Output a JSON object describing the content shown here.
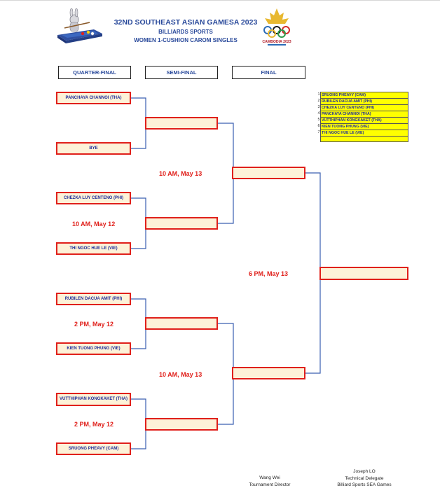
{
  "header": {
    "title": "32ND SOUTHEAST ASIAN GAMESA 2023",
    "subtitle": "BILLIARDS SPORTS",
    "event": "WOMEN 1-CUSHION CAROM SINGLES",
    "emblem_lettering": "CAMBODIA 2023"
  },
  "rounds": [
    "QUARTER-FINAL",
    "SEMI-FINAL",
    "FINAL"
  ],
  "quarterfinal_players": [
    "PANCHAYA CHANNOI (THA)",
    "BYE",
    "CHEZKA LUY CENTENO (PHI)",
    "THI NGOC HUE LE (VIE)",
    "RUBILEN DACUA AMIT (PHI)",
    "KIEN TUONG PHUNG (VIE)",
    "VUTTHIPHAN KONGKAKET (THA)",
    "SRUONG PHEAVY (CAM)"
  ],
  "schedule": {
    "qf_match_2": "10 AM, May 12",
    "qf_match_3": "2 PM, May 12",
    "qf_match_4": "2 PM, May 12",
    "sf_match_1": "10 AM, May 13",
    "sf_match_2": "10 AM, May 13",
    "final": "6 PM, May 13"
  },
  "standings": [
    {
      "rank": "1",
      "name": "SRUONG PHEAVY (CAM)"
    },
    {
      "rank": "2",
      "name": "RUBILEN DACUA AMIT (PHI)"
    },
    {
      "rank": "3",
      "name": "CHEZKA LUY CENTENO (PHI)"
    },
    {
      "rank": "4",
      "name": "PANCHAYA CHANNOI (THA)"
    },
    {
      "rank": "5",
      "name": "VUTTHIPHAN KONGKAKET (THA)"
    },
    {
      "rank": "6",
      "name": "KIEN TUONG PHUNG (VIE)"
    },
    {
      "rank": "7",
      "name": "THI NGOC HUE LE (VIE)"
    },
    {
      "rank": "",
      "name": ""
    }
  ],
  "officials": {
    "director_name": "Wang Wei",
    "director_title": "Tournament Director",
    "delegate_name": "Joseph LO",
    "delegate_title": "Technical Delegate",
    "delegate_org": "Billiard Sports SEA Games"
  },
  "colors": {
    "accent_blue": "#2a4a9b",
    "slot_border": "#e0201b",
    "slot_fill": "#fdf2d8",
    "highlight": "#ffff00"
  }
}
